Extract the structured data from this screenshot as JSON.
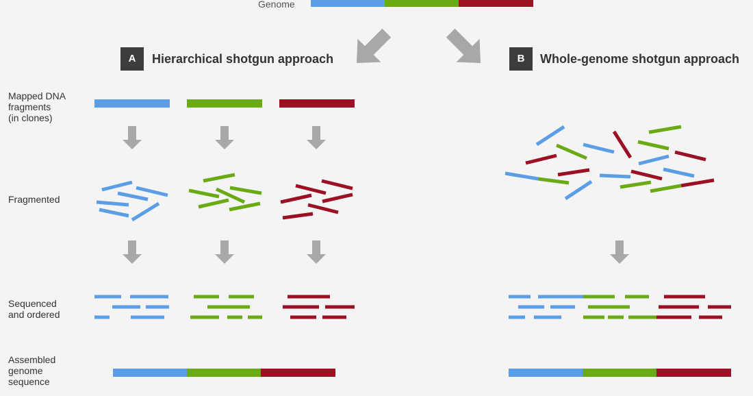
{
  "genome_label": "Genome",
  "approach_a": {
    "letter": "A",
    "title": "Hierarchical shotgun approach"
  },
  "approach_b": {
    "letter": "B",
    "title": "Whole-genome shotgun approach"
  },
  "rows": {
    "mapped": [
      "Mapped DNA",
      "fragments",
      "(in clones)"
    ],
    "fragmented": [
      "Fragmented"
    ],
    "sequenced": [
      "Sequenced",
      "and ordered"
    ],
    "assembled": [
      "Assembled",
      "genome",
      "sequence"
    ]
  },
  "colors": {
    "blue": "#5b9ee6",
    "green": "#6aaa14",
    "red": "#9c1024",
    "arrow": "#a8a8a8",
    "background": "#f4f4f4",
    "badge": "#3c3c3c"
  }
}
